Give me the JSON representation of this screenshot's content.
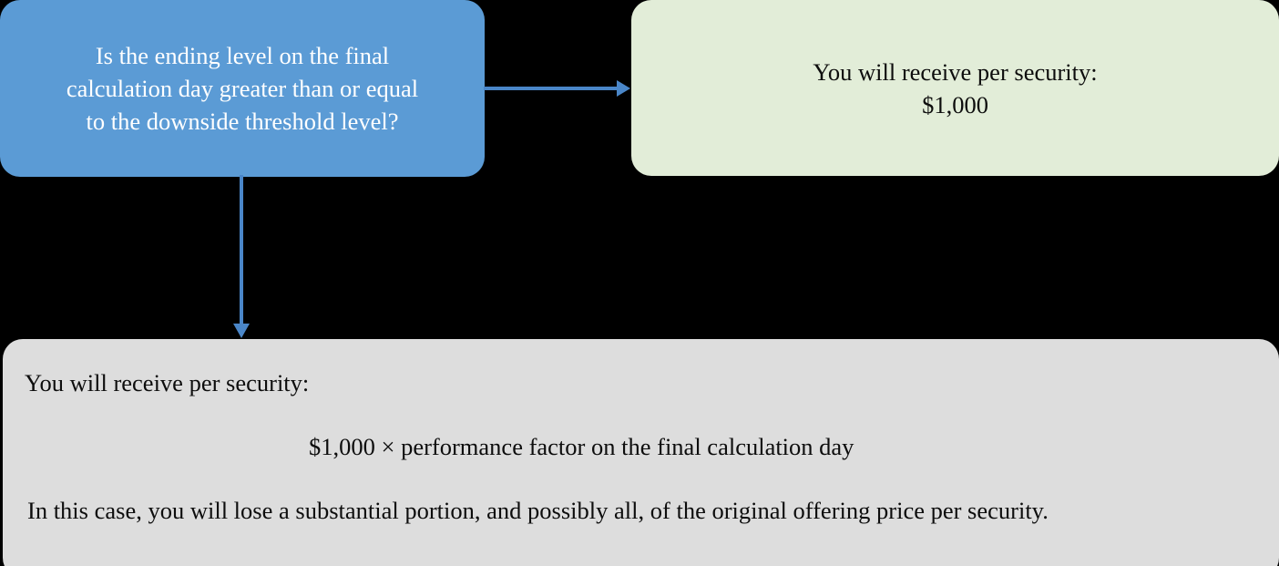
{
  "diagram": {
    "type": "flowchart",
    "background_color": "#000000",
    "decision": {
      "label": "Is the ending level on the final\ncalculation day greater than or equal\nto the downside threshold level?",
      "fill_color": "#5B9BD5",
      "text_color": "#FFFFFF"
    },
    "upside_outcome": {
      "label": "You will receive per security:\n$1,000",
      "fill_color": "#E2EDD8",
      "text_color": "#0D0D0D"
    },
    "downside_outcome": {
      "fill_color": "#DDDDDD",
      "text_color": "#0D0D0D",
      "intro": "You will receive per security:",
      "formula": "$1,000 × performance factor on the final calculation day",
      "warning": "In this case, you will lose a substantial portion, and possibly all, of the original offering price per security."
    },
    "connectors": {
      "color": "#4A86C8",
      "yes_branch": {
        "icon": "arrow-right-icon",
        "from": "decision",
        "to": "upside_outcome"
      },
      "no_branch": {
        "icon": "arrow-down-icon",
        "from": "decision",
        "to": "downside_outcome"
      }
    }
  }
}
